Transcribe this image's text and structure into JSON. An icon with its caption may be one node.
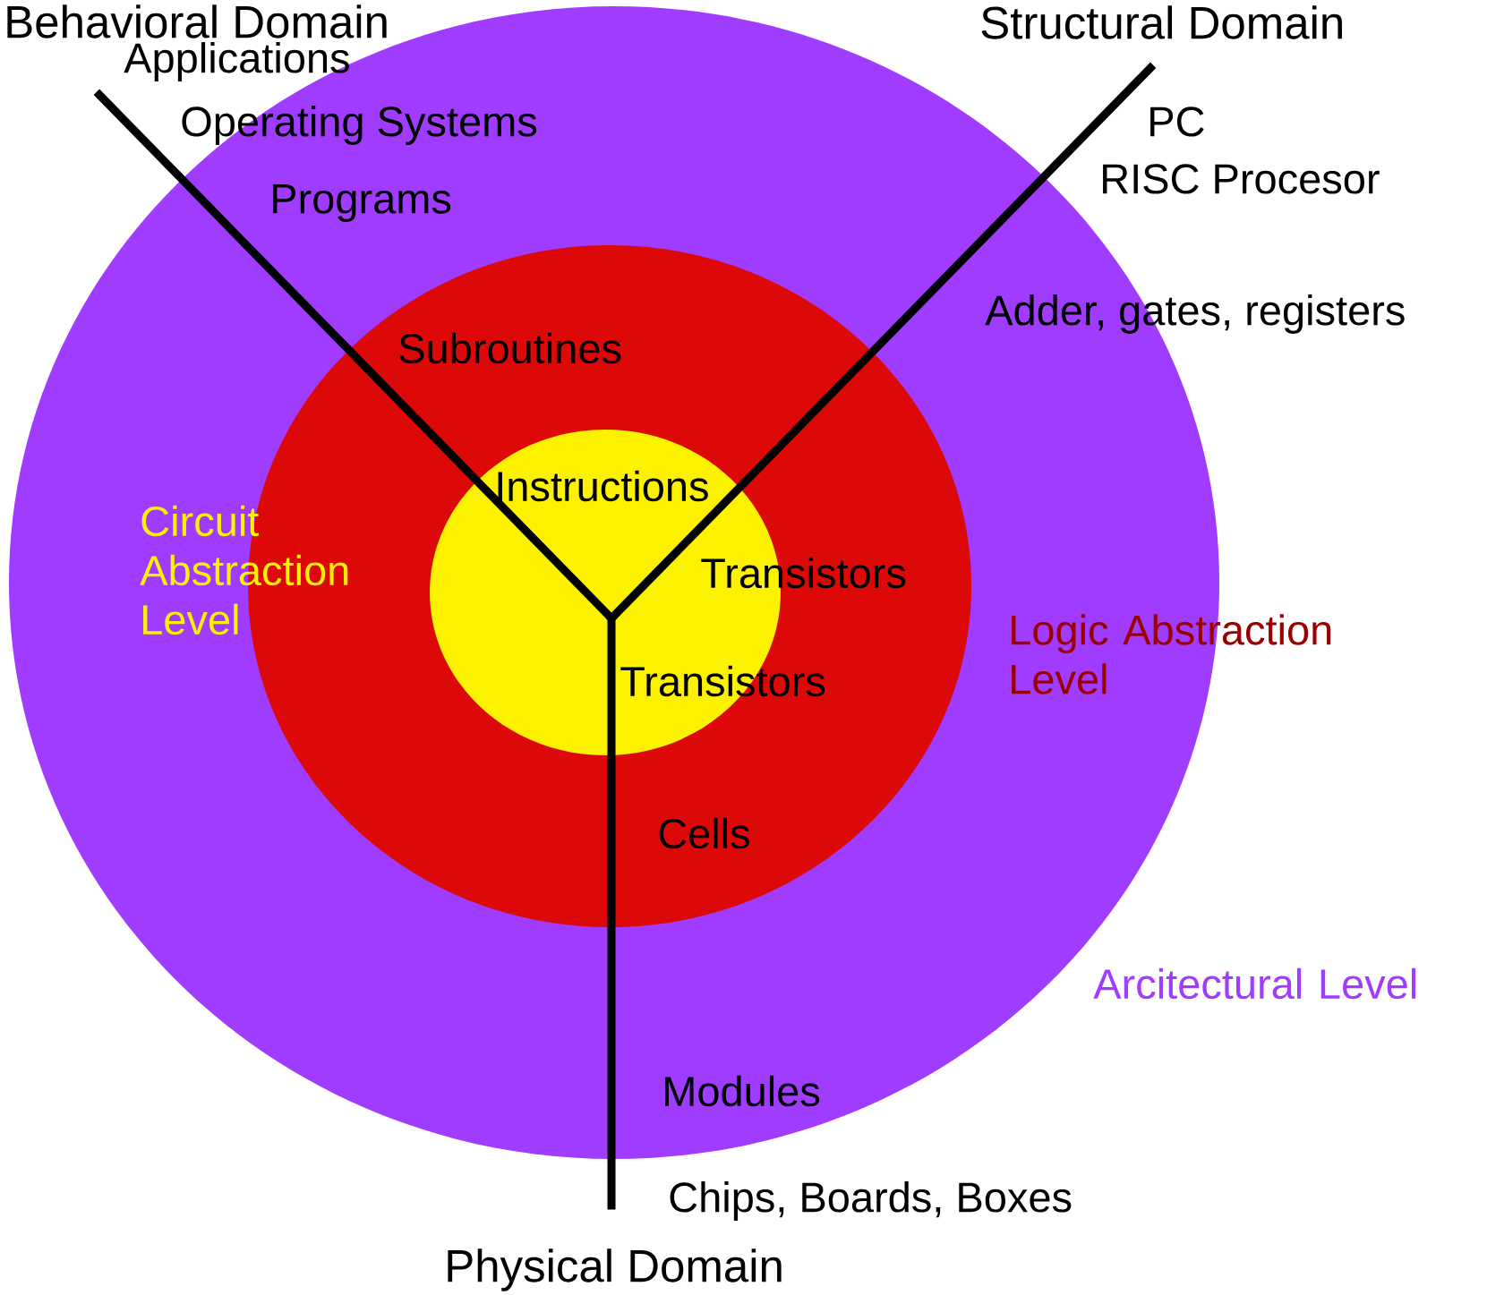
{
  "diagram": {
    "nodes": [
      {
        "text": [],
        "shape": "circle",
        "beside": [
          "Arcitectural Level"
        ]
      },
      {
        "text": [],
        "shape": "circle",
        "in": 0,
        "beside": [
          "Logic Abstraction Level"
        ]
      },
      {
        "text": [],
        "shape": "circle",
        "in": 1,
        "beside": [
          "Circuit Abstraction Level"
        ]
      }
    ],
    "labels": [
      "Behavioral Domain",
      "Structural Domain",
      "Applications",
      "Operating Systems",
      "Programs",
      "PC",
      "RISC Procesor",
      "Adder, gates, registers",
      "Subroutines",
      "Instructions",
      "Transistors",
      "Transistors",
      "Cells",
      "Modules",
      "Chips, Boards, Boxes",
      "Physical Domain"
    ]
  }
}
